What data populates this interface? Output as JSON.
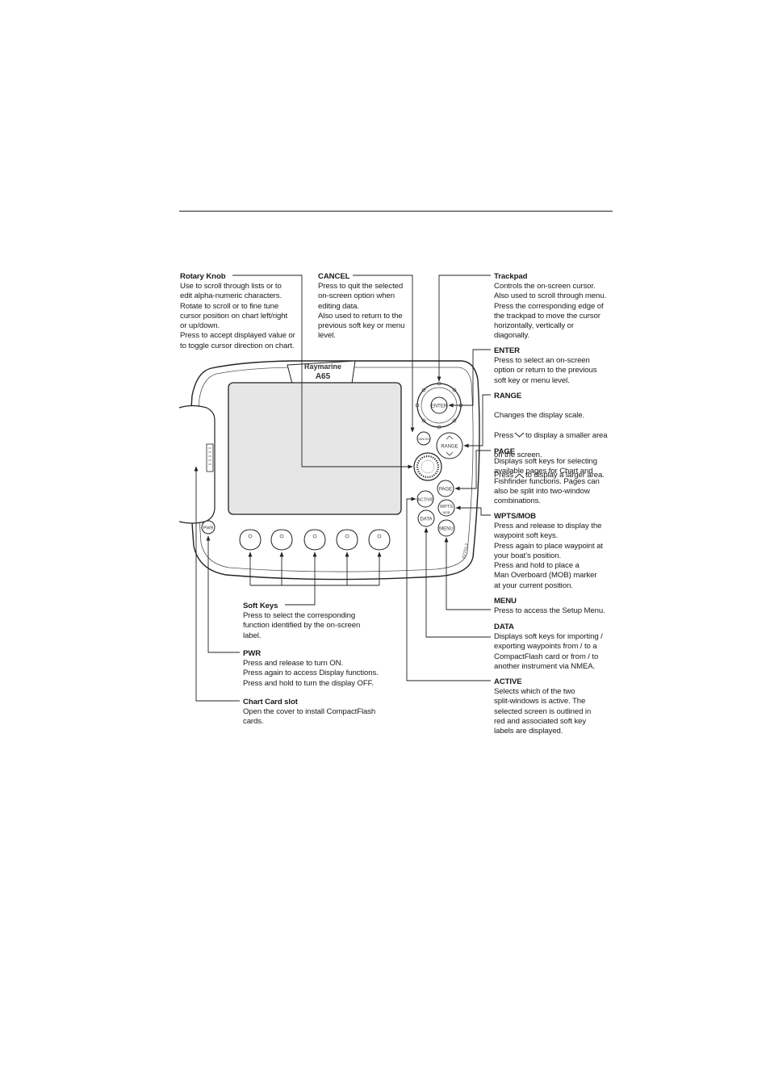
{
  "device": {
    "brand": "Raymarine",
    "model": "A65",
    "buttons": {
      "enter": "ENTER",
      "cancel": "CANCEL",
      "range": "RANGE",
      "page": "PAGE",
      "active": "ACTIVE",
      "wpts": "WPTS",
      "mob": "MOB",
      "data": "DATA",
      "menu": "MENU",
      "pwr": "PWR"
    },
    "figure_code": "D7751-2"
  },
  "callouts": {
    "rotary": {
      "title": "Rotary Knob",
      "body": "Use to scroll through lists or to\nedit alpha-numeric characters.\nRotate to scroll or to fine tune\ncursor position on chart left/right\nor up/down.\nPress to accept displayed value or\nto toggle cursor direction on chart."
    },
    "cancel": {
      "title": "CANCEL",
      "body": "Press to quit the selected\non-screen option when\nediting data.\nAlso used to return to the\nprevious soft key or menu\nlevel."
    },
    "trackpad": {
      "title": "Trackpad",
      "body": "Controls the on-screen cursor.\nAlso used to scroll through menu.\nPress the corresponding edge of\nthe trackpad to move the cursor\nhorizontally, vertically or\ndiagonally."
    },
    "enter": {
      "title": "ENTER",
      "body": "Press to select an on-screen\noption or return to the previous\nsoft key or menu level."
    },
    "range": {
      "title": "RANGE",
      "line1": "Changes the display scale.",
      "pre2": "Press",
      "post2": "to display a smaller area",
      "line3": "on the screen.",
      "pre4": "Press",
      "post4": "to display a larger area."
    },
    "page": {
      "title": "PAGE",
      "body": "Displays soft keys for selecting\navailable pages for Chart and\nFishfinder functions. Pages can\nalso be split into two-window\ncombinations."
    },
    "wpts": {
      "title": "WPTS/MOB",
      "body": "Press and release to display the\nwaypoint soft keys.\nPress again to place waypoint at\nyour boat’s position.\nPress and hold to place a\nMan Overboard (MOB) marker\nat your current position."
    },
    "menu": {
      "title": "MENU",
      "body": "Press to access the Setup Menu."
    },
    "data": {
      "title": "DATA",
      "body": "Displays soft keys for importing /\nexporting waypoints from / to a\nCompactFlash card or from / to\nanother instrument via NMEA."
    },
    "active": {
      "title": "ACTIVE",
      "body": "Selects which of the two\nsplit-windows is active. The\nselected screen is outlined in\nred and associated soft key\nlabels are displayed."
    },
    "softkeys": {
      "title": "Soft Keys",
      "body": "Press to select the corresponding\nfunction identified by the on-screen\nlabel."
    },
    "pwr": {
      "title": "PWR",
      "body": "Press and release to turn ON.\nPress again to access Display functions.\nPress and hold to turn the display OFF."
    },
    "chartcard": {
      "title": "Chart Card slot",
      "body": "Open the cover to install CompactFlash\ncards."
    }
  }
}
